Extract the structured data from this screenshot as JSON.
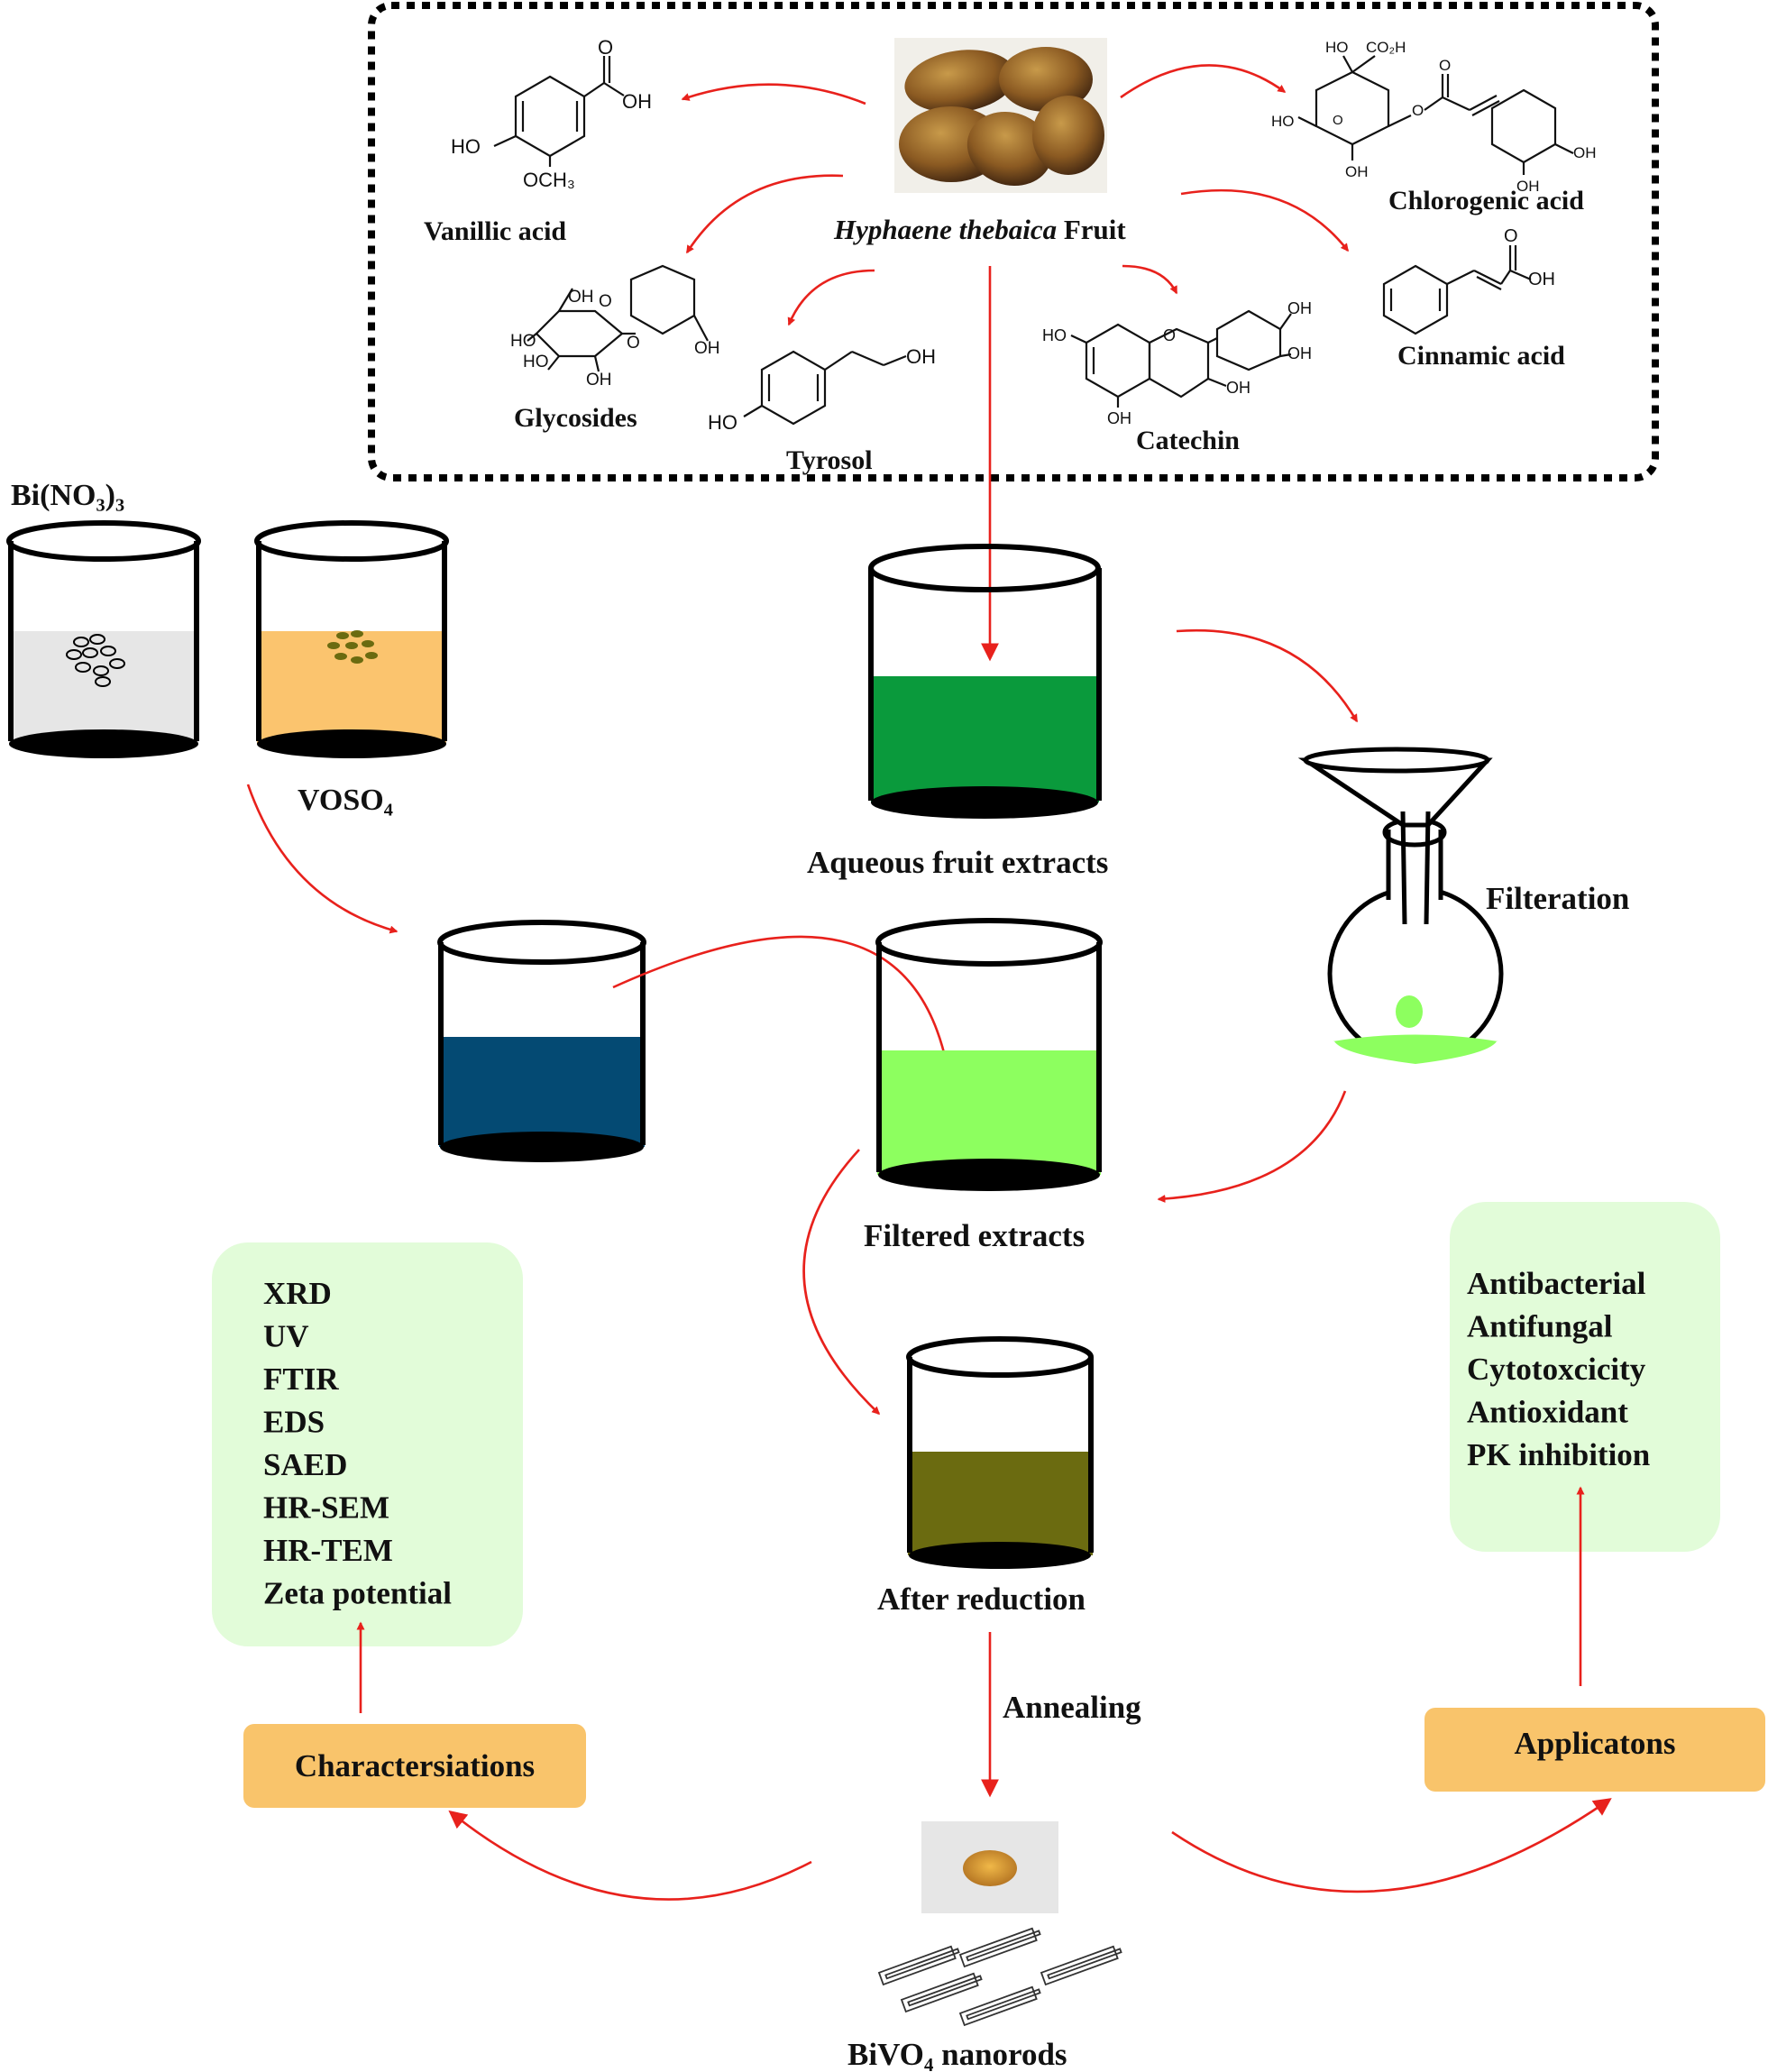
{
  "source": {
    "name_italic": "Hyphaene thebaica",
    "name_rest": " Fruit"
  },
  "compounds": {
    "vanillic": "Vanillic acid",
    "chlorogenic": "Chlorogenic acid",
    "glycosides": "Glycosides",
    "tyrosol": "Tyrosol",
    "catechin": "Catechin",
    "cinnamic": "Cinnamic acid"
  },
  "chem_labels": {
    "oh": "OH",
    "ho": "HO",
    "o": "O",
    "co2h": "CO₂H",
    "och3": "OCH₃"
  },
  "reagents": {
    "bi_nitrate": "Bi(NO₃)₃",
    "voso4": "VOSO₄"
  },
  "steps": {
    "aqueous": "Aqueous fruit extracts",
    "filtration": "Filteration",
    "filtered": "Filtered extracts",
    "after_reduction": "After reduction",
    "annealing": "Annealing",
    "product": "BiVO₄ nanorods"
  },
  "characterization": {
    "title": "Charactersiations",
    "items": [
      "XRD",
      "UV",
      "FTIR",
      "EDS",
      "SAED",
      "HR-SEM",
      "HR-TEM",
      "Zeta potential"
    ]
  },
  "applications": {
    "title": "Applicatons",
    "items": [
      "Antibacterial",
      "Antifungal",
      "Cytotoxcicity",
      "Antioxidant",
      "PK inhibition"
    ]
  },
  "colors": {
    "arrow": "#e8211c",
    "aqueous_extract": "#0a9a3c",
    "filtered_extract": "#8dff5f",
    "after_reduction": "#6b6b10",
    "mixture": "#044a73",
    "bi_solution": "#e6e6e6",
    "voso4_solution": "#fbc46e",
    "box_fill": "#e2fcd9",
    "tag_fill": "#f9c46b"
  }
}
